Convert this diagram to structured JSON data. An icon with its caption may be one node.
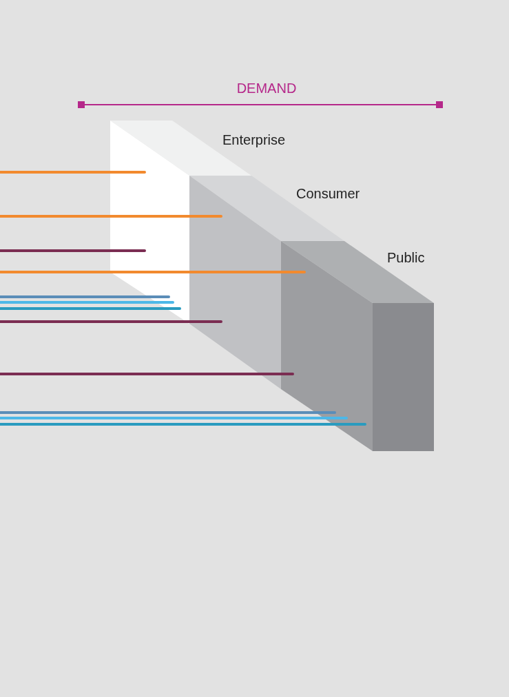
{
  "diagram": {
    "nodes": [
      {
        "text": [
          "Enterprise"
        ]
      },
      {
        "text": [
          "Consumer"
        ]
      },
      {
        "text": [
          "Public"
        ]
      }
    ],
    "labels": [
      "DEMAND"
    ]
  }
}
